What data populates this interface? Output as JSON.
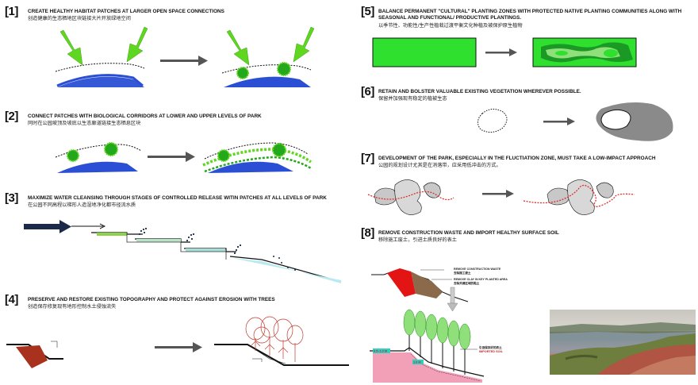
{
  "sections": [
    {
      "num": "[1]",
      "title": "CREATE HEALTHY HABITAT PATCHES AT LARGER OPEN SPACE CONNECTIONS",
      "subtitle": "创造健康的生态栖地区块链接大片开放绿地空间"
    },
    {
      "num": "[2]",
      "title": "CONNECT PATCHES WITH BIOLOGICAL CORRIDORS AT LOWER AND UPPER LEVELS OF PARK",
      "subtitle": "同时在公园坡顶及坡底以生态廊道链接生态栖息区块"
    },
    {
      "num": "[3]",
      "title": "MAXIMIZE WATER CLEANSING THROUGH STAGES OF CONTROLLED RELEASE WITIN PATCHES AT ALL LEVELS OF PARK",
      "subtitle": "在公园不同高程以梯形人造湿地净化都市径流水质"
    },
    {
      "num": "[4]",
      "title": "PRESERVE AND RESTORE EXISTING TOPOGRAPHY AND PROTECT AGAINST EROSION WITH TREES",
      "subtitle": "创造保存修复现有地形控制水土侵蚀流失"
    },
    {
      "num": "[5]",
      "title": "BALANCE PERMANENT \"CULTURAL\" PLANTING ZONES WITH PROTECTED NATIVE PLANTING COMMUNITIES ALONG WITH SEASONAL AND FUNCTIONAL/ PRODUCTIVE PLANTINGS.",
      "subtitle": "以季节性、功能性/生产性植栽过渡平衡文化种植及被保护原生植物"
    },
    {
      "num": "[6]",
      "title": "RETAIN  AND BOLSTER VALUABLE EXISTING VEGETATION WHEREVER POSSIBLE.",
      "subtitle": "保留并加强现有稳定的植被生态"
    },
    {
      "num": "[7]",
      "title": "DEVELOPMENT OF THE PARK, ESPECIALLY IN THE FLUCTIATION ZONE, MUST TAKE A LOW-IMPACT APPROACH",
      "subtitle": "公园的规划设计尤其是在消落带，应采用低冲击的方式。"
    },
    {
      "num": "[8]",
      "title": "REMOVE CONSTRUCTION WASTE AND IMPORT HEALTHY SURFACE SOIL",
      "subtitle": "移除施工废土，引进土质良好的表土"
    }
  ],
  "diagram8": {
    "label_waste": "REMOVE CONSTRUCTION WASTE",
    "label_waste_cn": "去除施工废土",
    "label_clay": "REMOVE CLAY IN KEY PLANTED AREA",
    "label_clay_cn": "去除关键区域的黏土",
    "dim_left": "0.5~1.0 M",
    "dim_mid": "1.0 M",
    "label_import_cn": "引进保存好的表土",
    "label_import": "IMPORTED SOIL"
  },
  "colors": {
    "arrow_green": "#5fd61f",
    "patch_green": "#22a81a",
    "water_blue": "#2a4fd4",
    "bright_green": "#2fe02f",
    "corridor_red": "#e03030",
    "soil_red": "#a8321e",
    "pink_soil": "#f2a0b8"
  }
}
